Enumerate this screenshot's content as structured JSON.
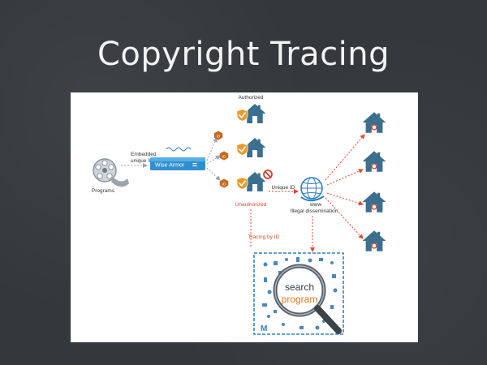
{
  "slide": {
    "title": "Copyright Tracing"
  },
  "diagram": {
    "programs_label": "Programs",
    "embedded_label_line1": "Embedded",
    "embedded_label_line2": "unique ID",
    "wise_armor_label": "Wise Armor",
    "wise_armor_symbol": "=",
    "authorized_label": "Authorized",
    "unauthorized_label": "Unauthorized",
    "id_badge": "ID",
    "unique_id_label": "Unique ID",
    "www_label": "www",
    "illegal_label": "Illegal dissemination",
    "tracing_label": "Tracing by ID",
    "search_word": "search",
    "program_word": "program",
    "logo_letter": "M",
    "colors": {
      "house": "#3b6f8f",
      "shield": "#e99a2c",
      "red_arrow": "#e0482a",
      "blue_box": "#3a7fc0",
      "badge": "#c86a1c"
    }
  }
}
